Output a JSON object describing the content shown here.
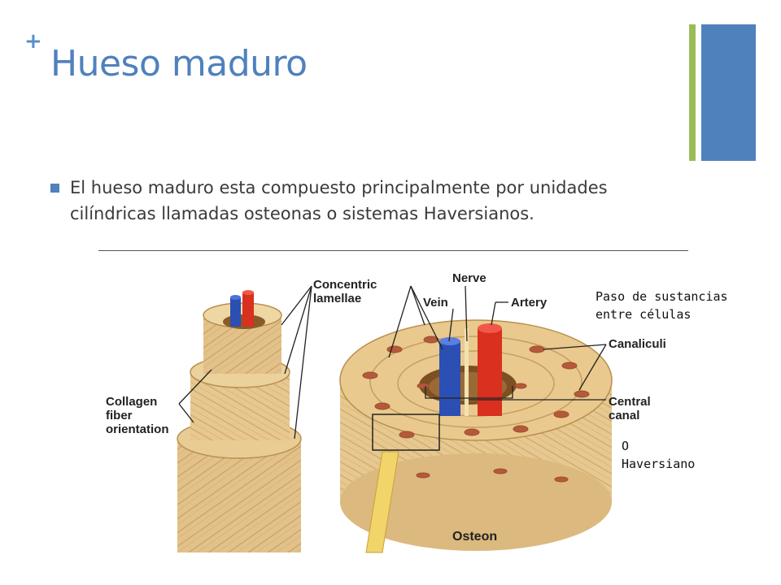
{
  "slide": {
    "plus_mark": "+",
    "title": "Hueso maduro",
    "bullet": "El hueso maduro esta compuesto principalmente por unidades cilíndricas llamadas osteonas o sistemas Haversianos."
  },
  "diagram": {
    "labels": {
      "concentric_1": "Concentric",
      "concentric_2": "lamellae",
      "nerve": "Nerve",
      "vein": "Vein",
      "artery": "Artery",
      "collagen_1": "Collagen",
      "collagen_2": "fiber",
      "collagen_3": "orientation",
      "canaliculi": "Canaliculi",
      "central_1": "Central",
      "central_2": "canal",
      "osteon": "Osteon"
    }
  },
  "annotations": {
    "paso_1": "Paso de sustancias",
    "paso_2": "entre células",
    "haversiano_1": "O",
    "haversiano_2": "Haversiano"
  },
  "colors": {
    "accent_plus": "#5b8fc7",
    "title": "#4f81bd",
    "green_bar": "#9bbb59",
    "blue_bar": "#4f81bd",
    "bullet_square": "#4f81bd",
    "bone": "#e3c58e",
    "bone_dark": "#b98f4f",
    "vein": "#2b4fb3",
    "artery": "#d9301f"
  }
}
